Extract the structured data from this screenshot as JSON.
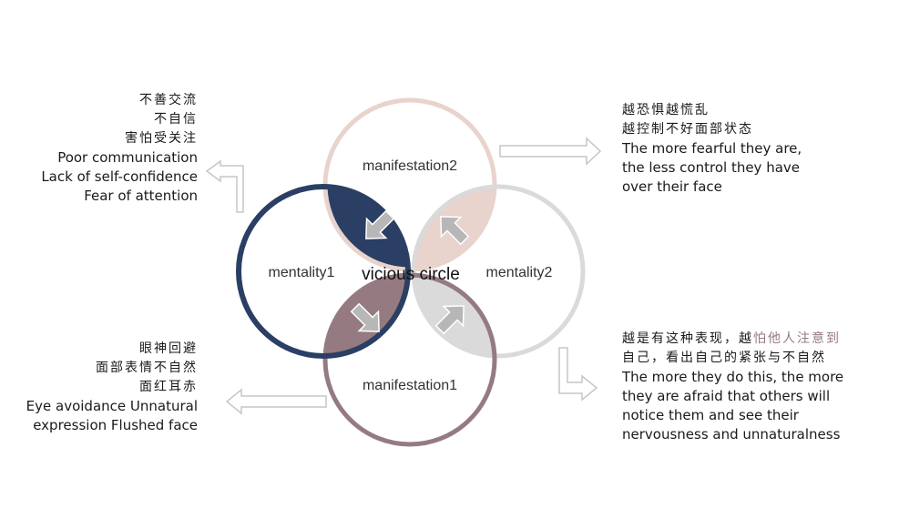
{
  "diagram": {
    "center_label": "vicious circle",
    "circles": {
      "manifestation2": "manifestation2",
      "mentality1": "mentality1",
      "mentality2": "mentality2",
      "manifestation1": "manifestation1"
    },
    "colors": {
      "manifestation2": "#e8d3cd",
      "mentality1": "#2a3f63",
      "mentality2": "#dadada",
      "manifestation1": "#957b81",
      "arrow": "#b7b7b7"
    }
  },
  "annotations": {
    "top_left": {
      "cn": [
        "不善交流",
        "不自信",
        "害怕受关注"
      ],
      "en": [
        "Poor communication",
        "Lack of self-confidence",
        "Fear of attention"
      ]
    },
    "bottom_left": {
      "cn": [
        "眼神回避",
        "面部表情不自然",
        "面红耳赤"
      ],
      "en": [
        "Eye avoidance Unnatural",
        "expression Flushed face"
      ]
    },
    "top_right": {
      "cn": [
        "越恐惧越慌乱",
        "越控制不好面部状态"
      ],
      "en": [
        "The more fearful they are,",
        "the less control they have",
        "over their face"
      ]
    },
    "bottom_right": {
      "cn_line1_plain": "越是有这种表现，越",
      "cn_line1_highlight": "怕他人注意到",
      "cn_line2": "自己，看出自己的紧张与不自然",
      "en": [
        "The more they do this, the more",
        "they are afraid that others will",
        "notice them and see their",
        "nervousness and unnaturalness"
      ]
    }
  }
}
